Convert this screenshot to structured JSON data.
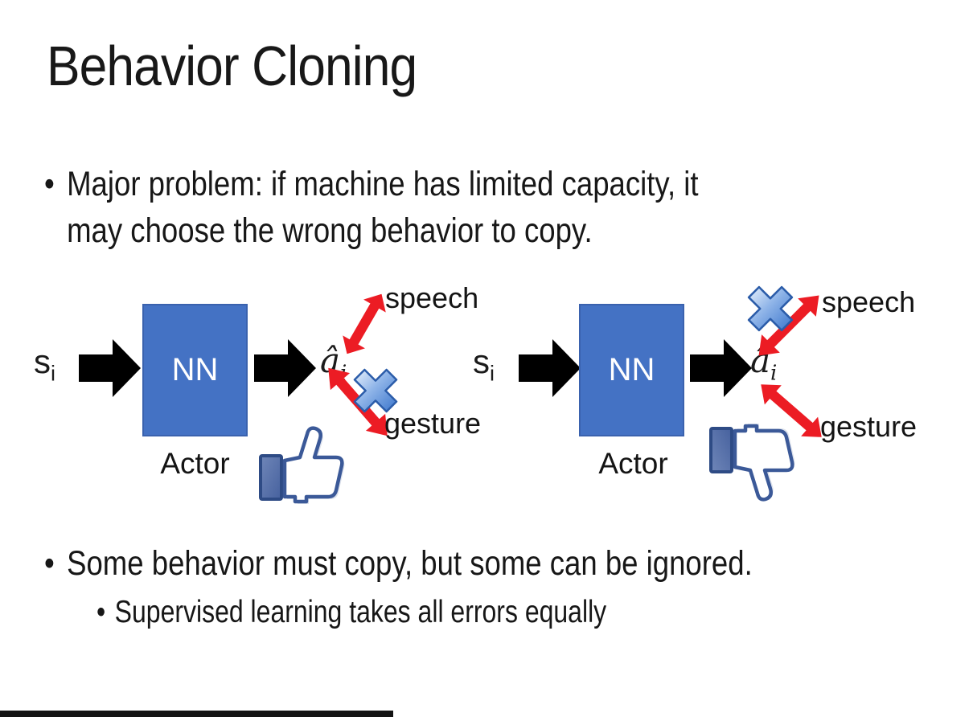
{
  "slide": {
    "title": "Behavior Cloning",
    "bullet1": {
      "marker": "•",
      "lines": [
        "Major problem: if machine has limited capacity, it",
        "may choose the wrong behavior to copy."
      ]
    },
    "bullet2": {
      "marker": "•",
      "text": "Some behavior must copy, but some can be ignored."
    },
    "sub_bullet": {
      "marker": "•",
      "text": "Supervised learning takes all errors equally"
    }
  },
  "diagram": {
    "left": {
      "input_base": "s",
      "input_sub": "i",
      "nn": "NN",
      "actor": "Actor",
      "output_base": "â",
      "output_sub": "i",
      "speech": "speech",
      "gesture": "gesture",
      "crossed_out": "gesture",
      "feedback_icon": "thumbs-up-icon"
    },
    "right": {
      "input_base": "s",
      "input_sub": "i",
      "nn": "NN",
      "actor": "Actor",
      "output_base": "â",
      "output_sub": "i",
      "speech": "speech",
      "gesture": "gesture",
      "crossed_out": "speech",
      "feedback_icon": "thumbs-down-icon"
    }
  },
  "icons": {
    "cross": "x-cross-icon",
    "flow": "block-arrow-icon",
    "relation": "red-double-arrow-icon"
  },
  "colors": {
    "background": "#FFFFFF",
    "text": "#1B1B1B",
    "nn_box": "#4472C4",
    "nn_box_border": "#3A62AE",
    "nn_text": "#FFFFFF",
    "black_arrow": "#000000",
    "red_arrow": "#EC1C24",
    "cross_light": "#EAF2FC",
    "cross_mid": "#8FB4E8",
    "cross_dark": "#3A75CC",
    "cross_border": "#2B5CA9",
    "fb_outline": "#3B5998",
    "fb_cuff": "#4E69A2",
    "fb_shadow": "#DDE2EC",
    "footer_bar": "#131313"
  }
}
